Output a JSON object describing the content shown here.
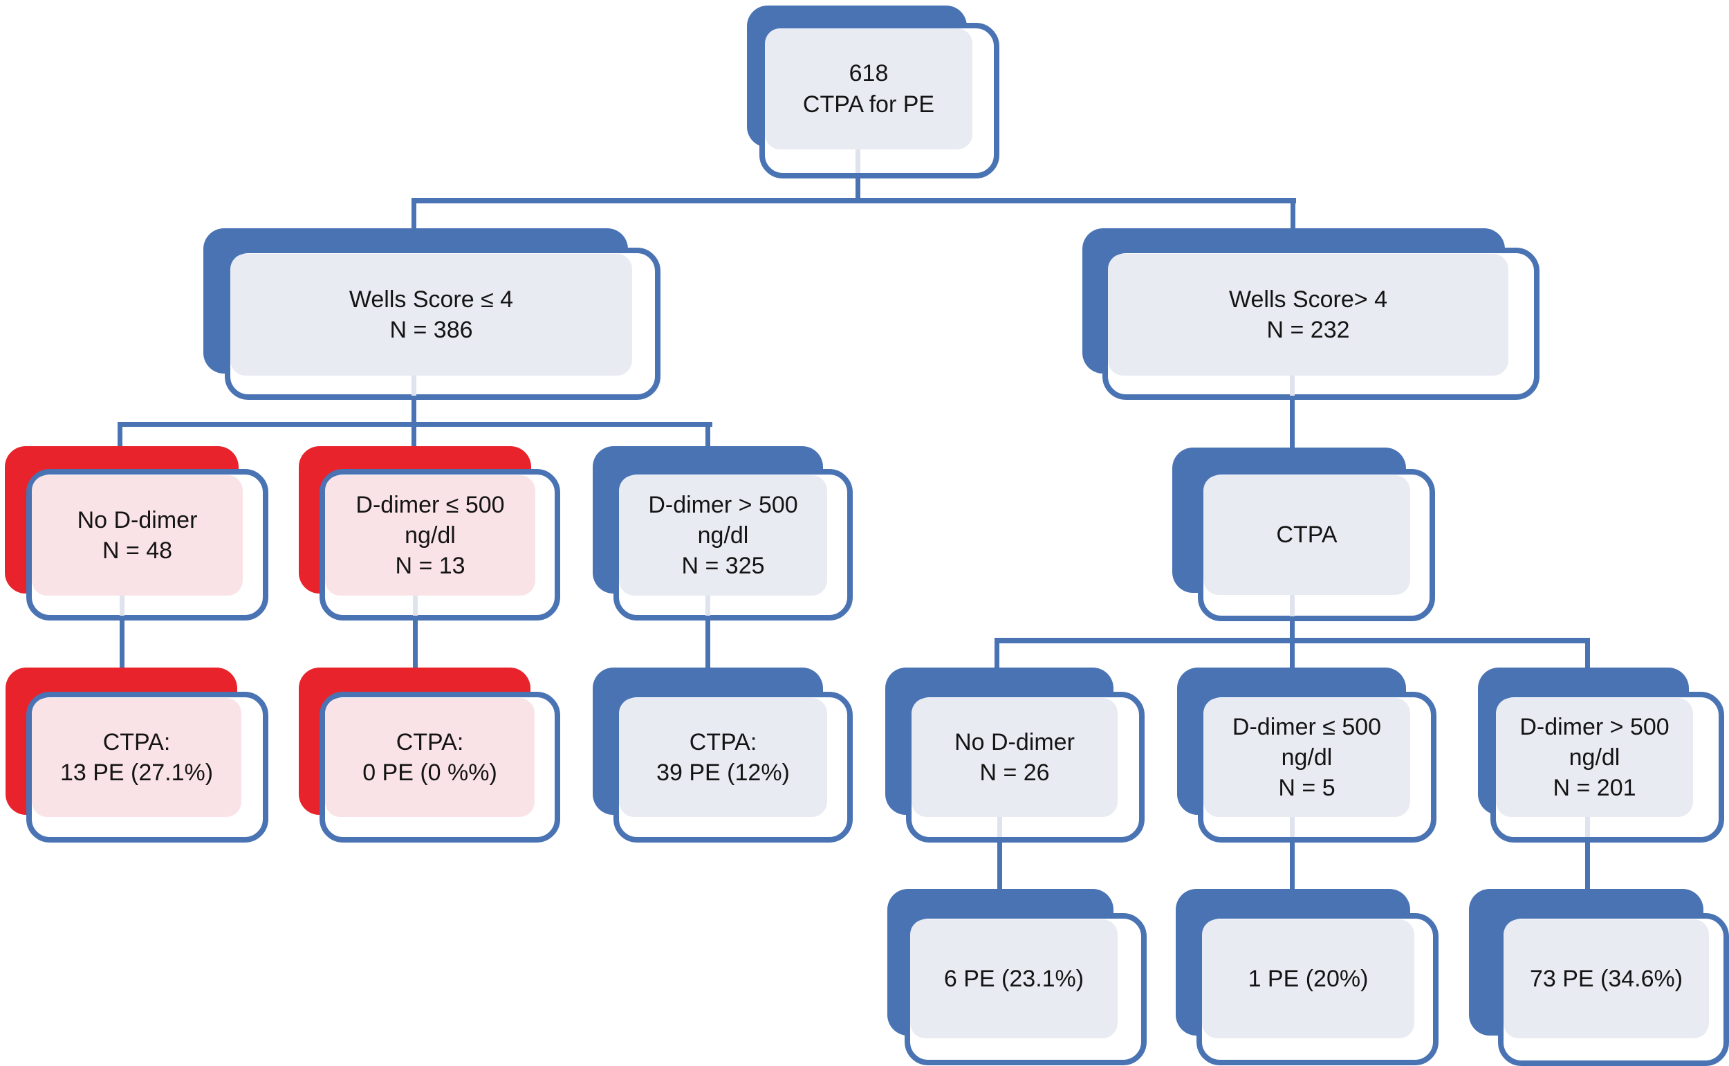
{
  "figure": {
    "description": "Flow diagram of 618 CTPA studies for PE stratified by Wells score and D-dimer",
    "root_label": "618 CTPA for PE"
  },
  "palette": {
    "blue": "#4a73b4",
    "red": "#e8232b",
    "gray_fill": "#e9ebf3",
    "pink_fill": "#fae3e6",
    "pale_line": "#dfe3ed",
    "text": "#141414",
    "front_fill": "#ffffff"
  },
  "nodes": [
    {
      "id": "root",
      "lines": [
        "618",
        "CTPA for PE"
      ],
      "variant": "blue",
      "back": [
        1080,
        8,
        318,
        205
      ],
      "front": [
        1098,
        33,
        347,
        225
      ],
      "fill": [
        1106,
        41,
        300,
        175
      ]
    },
    {
      "id": "wells-le-4",
      "lines": [
        "Wells Score ≤ 4",
        "N = 386"
      ],
      "variant": "blue",
      "back": [
        294,
        330,
        614,
        210
      ],
      "front": [
        325,
        358,
        630,
        220
      ],
      "fill": [
        333,
        367,
        581,
        176
      ]
    },
    {
      "id": "wells-gt-4",
      "lines": [
        "Wells Score> 4",
        "N = 232"
      ],
      "variant": "blue",
      "back": [
        1565,
        330,
        611,
        210
      ],
      "front": [
        1594,
        358,
        632,
        220
      ],
      "fill": [
        1602,
        367,
        579,
        176
      ]
    },
    {
      "id": "no-ddimer-low",
      "lines": [
        "No D-dimer",
        "N = 48"
      ],
      "variant": "red",
      "back": [
        7,
        645,
        338,
        213
      ],
      "front": [
        38,
        678,
        350,
        219
      ],
      "fill": [
        46,
        687,
        305,
        174
      ]
    },
    {
      "id": "ddimer-le-500-low",
      "lines": [
        "D-dimer ≤ 500",
        "ng/dl",
        "N = 13"
      ],
      "variant": "red",
      "back": [
        432,
        645,
        336,
        213
      ],
      "front": [
        462,
        678,
        348,
        219
      ],
      "fill": [
        470,
        687,
        304,
        174
      ]
    },
    {
      "id": "ddimer-gt-500-low",
      "lines": [
        "D-dimer > 500",
        "ng/dl",
        "N = 325"
      ],
      "variant": "blue",
      "back": [
        857,
        645,
        333,
        213
      ],
      "front": [
        887,
        678,
        346,
        219
      ],
      "fill": [
        895,
        687,
        301,
        174
      ]
    },
    {
      "id": "ctpa-high",
      "lines": [
        "CTPA"
      ],
      "variant": "blue",
      "back": [
        1695,
        647,
        338,
        210
      ],
      "front": [
        1732,
        678,
        343,
        220
      ],
      "fill": [
        1740,
        687,
        299,
        173
      ]
    },
    {
      "id": "ctpa-result-no-ddimer",
      "lines": [
        "CTPA:",
        "13 PE (27.1%)"
      ],
      "variant": "red",
      "back": [
        8,
        965,
        335,
        213
      ],
      "front": [
        38,
        1000,
        350,
        218
      ],
      "fill": [
        46,
        1009,
        303,
        172
      ]
    },
    {
      "id": "ctpa-result-ddimer-le-500",
      "lines": [
        "CTPA:",
        "0 PE (0 %%)"
      ],
      "variant": "red",
      "back": [
        432,
        965,
        335,
        213
      ],
      "front": [
        462,
        1000,
        348,
        218
      ],
      "fill": [
        470,
        1009,
        303,
        172
      ]
    },
    {
      "id": "ctpa-result-ddimer-gt-500",
      "lines": [
        "CTPA:",
        "39 PE (12%)"
      ],
      "variant": "blue",
      "back": [
        857,
        965,
        333,
        213
      ],
      "front": [
        887,
        1000,
        346,
        218
      ],
      "fill": [
        895,
        1009,
        301,
        172
      ]
    },
    {
      "id": "no-ddimer-high",
      "lines": [
        "No D-dimer",
        "N = 26"
      ],
      "variant": "blue",
      "back": [
        1280,
        965,
        330,
        213
      ],
      "front": [
        1310,
        1000,
        345,
        218
      ],
      "fill": [
        1318,
        1009,
        298,
        172
      ]
    },
    {
      "id": "ddimer-le-500-high",
      "lines": [
        "D-dimer ≤ 500",
        "ng/dl",
        "N = 5"
      ],
      "variant": "blue",
      "back": [
        1702,
        965,
        331,
        213
      ],
      "front": [
        1732,
        1000,
        345,
        218
      ],
      "fill": [
        1740,
        1009,
        299,
        172
      ]
    },
    {
      "id": "ddimer-gt-500-high",
      "lines": [
        "D-dimer > 500",
        "ng/dl",
        "N = 201"
      ],
      "variant": "blue",
      "back": [
        2137,
        965,
        305,
        213
      ],
      "front": [
        2155,
        1000,
        338,
        218
      ],
      "fill": [
        2163,
        1009,
        285,
        172
      ]
    },
    {
      "id": "pe-no-ddimer-high",
      "lines": [
        "6 PE (23.1%)"
      ],
      "variant": "blue",
      "back": [
        1283,
        1285,
        327,
        212
      ],
      "front": [
        1308,
        1320,
        350,
        220
      ],
      "fill": [
        1316,
        1329,
        300,
        172
      ]
    },
    {
      "id": "pe-ddimer-le-500-high",
      "lines": [
        "1 PE (20%)"
      ],
      "variant": "blue",
      "back": [
        1700,
        1285,
        339,
        212
      ],
      "front": [
        1730,
        1320,
        350,
        220
      ],
      "fill": [
        1738,
        1329,
        307,
        172
      ]
    },
    {
      "id": "pe-ddimer-gt-500-high",
      "lines": [
        "73 PE (34.6%)"
      ],
      "variant": "blue",
      "back": [
        2124,
        1285,
        339,
        212
      ],
      "front": [
        2166,
        1320,
        334,
        221
      ],
      "fill": [
        2174,
        1329,
        297,
        172
      ]
    }
  ],
  "edges": [
    [
      "root",
      "wells-le-4"
    ],
    [
      "root",
      "wells-gt-4"
    ],
    [
      "wells-le-4",
      "no-ddimer-low"
    ],
    [
      "wells-le-4",
      "ddimer-le-500-low"
    ],
    [
      "wells-le-4",
      "ddimer-gt-500-low"
    ],
    [
      "no-ddimer-low",
      "ctpa-result-no-ddimer"
    ],
    [
      "ddimer-le-500-low",
      "ctpa-result-ddimer-le-500"
    ],
    [
      "ddimer-gt-500-low",
      "ctpa-result-ddimer-gt-500"
    ],
    [
      "wells-gt-4",
      "ctpa-high"
    ],
    [
      "ctpa-high",
      "no-ddimer-high"
    ],
    [
      "ctpa-high",
      "ddimer-le-500-high"
    ],
    [
      "ctpa-high",
      "ddimer-gt-500-high"
    ],
    [
      "no-ddimer-high",
      "pe-no-ddimer-high"
    ],
    [
      "ddimer-le-500-high",
      "pe-ddimer-le-500-high"
    ],
    [
      "ddimer-gt-500-high",
      "pe-ddimer-gt-500-high"
    ]
  ],
  "connector_segments": {
    "blue": [
      [
        1237,
        258,
        7,
        34
      ],
      [
        595,
        286,
        1279,
        8
      ],
      [
        595,
        286,
        7,
        48
      ],
      [
        1866,
        286,
        7,
        48
      ],
      [
        595,
        574,
        7,
        41
      ],
      [
        170,
        610,
        860,
        7
      ],
      [
        170,
        610,
        7,
        39
      ],
      [
        595,
        610,
        7,
        39
      ],
      [
        1020,
        610,
        7,
        39
      ],
      [
        173,
        894,
        7,
        75
      ],
      [
        597,
        894,
        7,
        75
      ],
      [
        1020,
        894,
        7,
        75
      ],
      [
        1865,
        574,
        7,
        77
      ],
      [
        1865,
        894,
        7,
        34
      ],
      [
        1438,
        922,
        861,
        8
      ],
      [
        1438,
        922,
        7,
        46
      ],
      [
        1865,
        922,
        7,
        46
      ],
      [
        2292,
        922,
        7,
        46
      ],
      [
        1442,
        1214,
        7,
        75
      ],
      [
        1865,
        1214,
        7,
        75
      ],
      [
        2292,
        1214,
        7,
        75
      ]
    ],
    "pale": [
      [
        1237,
        216,
        7,
        34
      ],
      [
        595,
        542,
        7,
        30
      ],
      [
        1865,
        542,
        7,
        30
      ],
      [
        173,
        860,
        7,
        30
      ],
      [
        597,
        860,
        7,
        30
      ],
      [
        1020,
        860,
        7,
        30
      ],
      [
        1865,
        859,
        7,
        32
      ],
      [
        1442,
        1180,
        7,
        30
      ],
      [
        1865,
        1180,
        7,
        30
      ],
      [
        2292,
        1180,
        7,
        30
      ]
    ]
  }
}
